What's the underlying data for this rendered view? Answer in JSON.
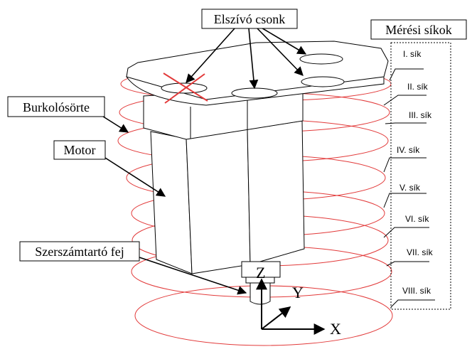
{
  "labels": {
    "exhaust": "Elszívó csonk",
    "planes_title": "Mérési síkok",
    "brush": "Burkolósörte",
    "motor": "Motor",
    "tool_head": "Szerszámtartó fej"
  },
  "planes": [
    "I. sík",
    "II. sík",
    "III. sík",
    "IV. sík",
    "V. sík",
    "VI. sík",
    "VII. sík",
    "VIII. sík"
  ],
  "axes": {
    "x": "X",
    "y": "Y",
    "z": "Z"
  },
  "colors": {
    "rings": "#e23a3a",
    "cross": "#e23a3a",
    "lines": "#000000",
    "background": "#ffffff"
  }
}
